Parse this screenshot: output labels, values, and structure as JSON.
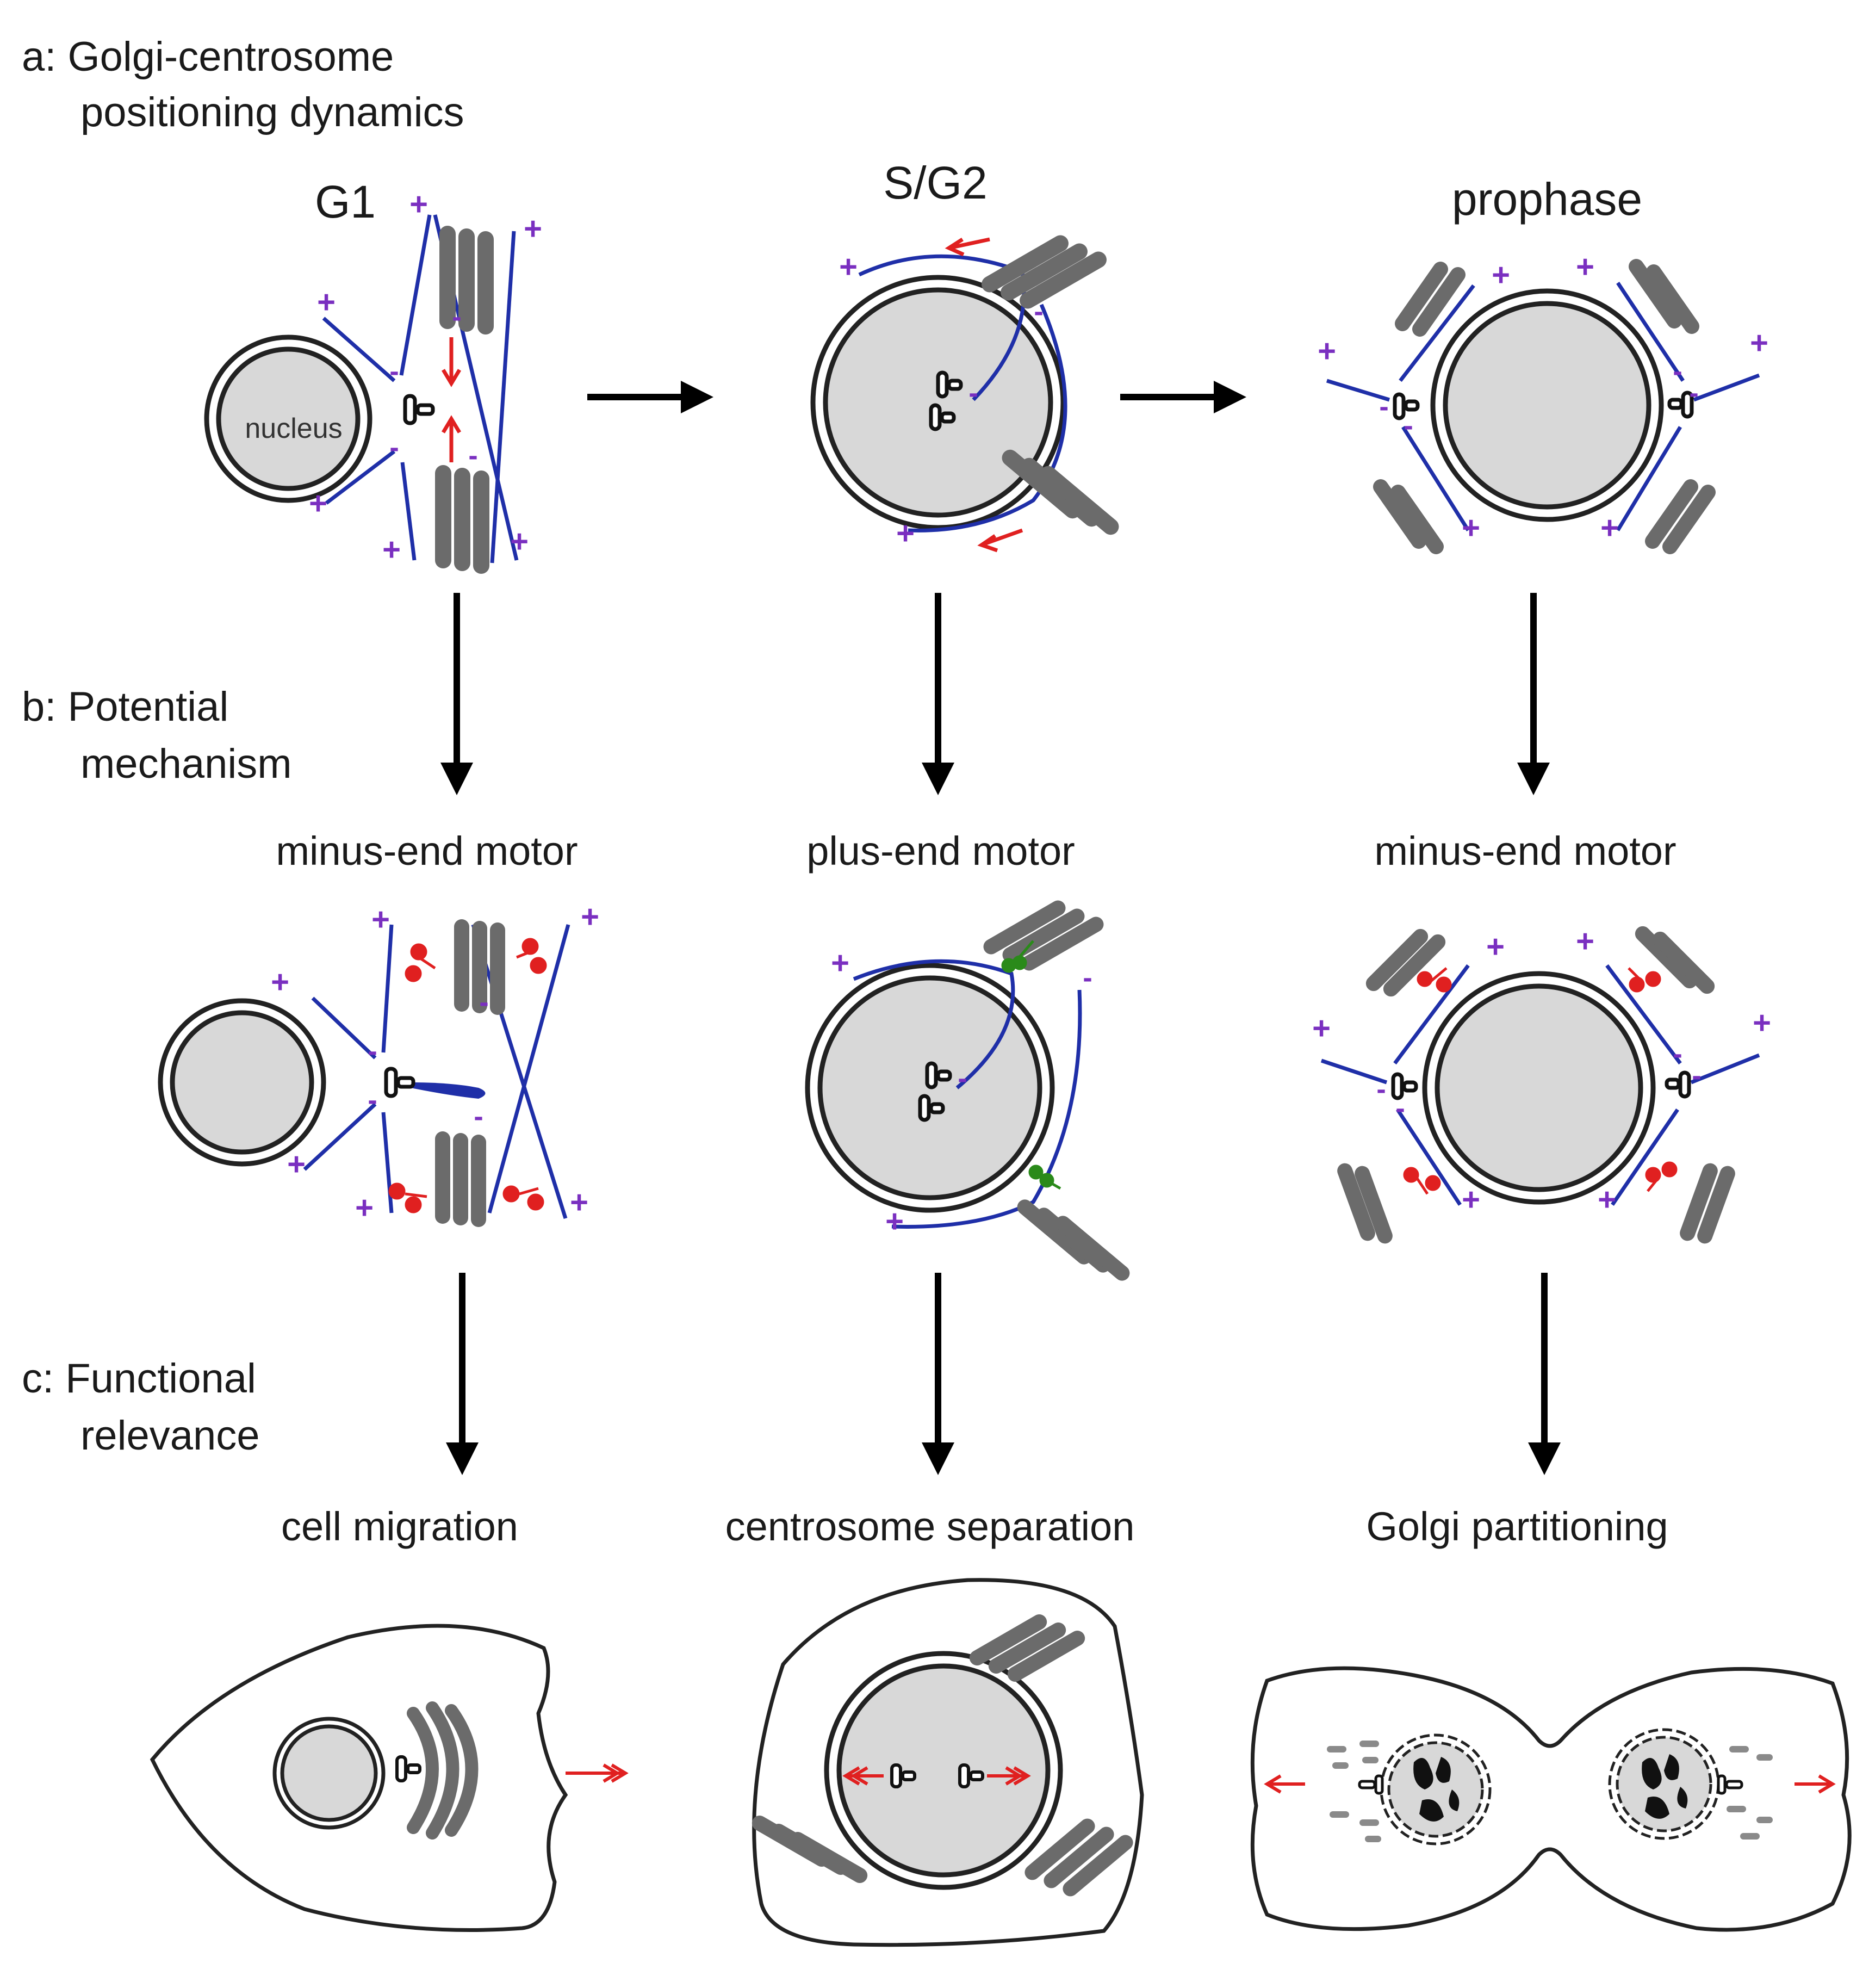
{
  "sections": {
    "a_line1": "a: Golgi-centrosome",
    "a_line2": "positioning dynamics",
    "b_line1": "b: Potential",
    "b_line2": "mechanism",
    "c_line1": "c: Functional",
    "c_line2": "relevance"
  },
  "stages": [
    "G1",
    "S/G2",
    "prophase"
  ],
  "nucleus_label": "nucleus",
  "mechanisms": [
    "minus-end motor",
    "plus-end motor",
    "minus-end motor"
  ],
  "functions": [
    "cell migration",
    "centrosome separation",
    "Golgi partitioning"
  ],
  "polarity": {
    "plus": "+",
    "minus": "-"
  },
  "colors": {
    "microtubule": "#1f2fa8",
    "polarity_mark": "#7a2fc0",
    "motor": "#e02020",
    "plus_motor": "#2a8a1a",
    "golgi": "#6b6b6b",
    "nucleus_fill": "#d8d8d8"
  }
}
